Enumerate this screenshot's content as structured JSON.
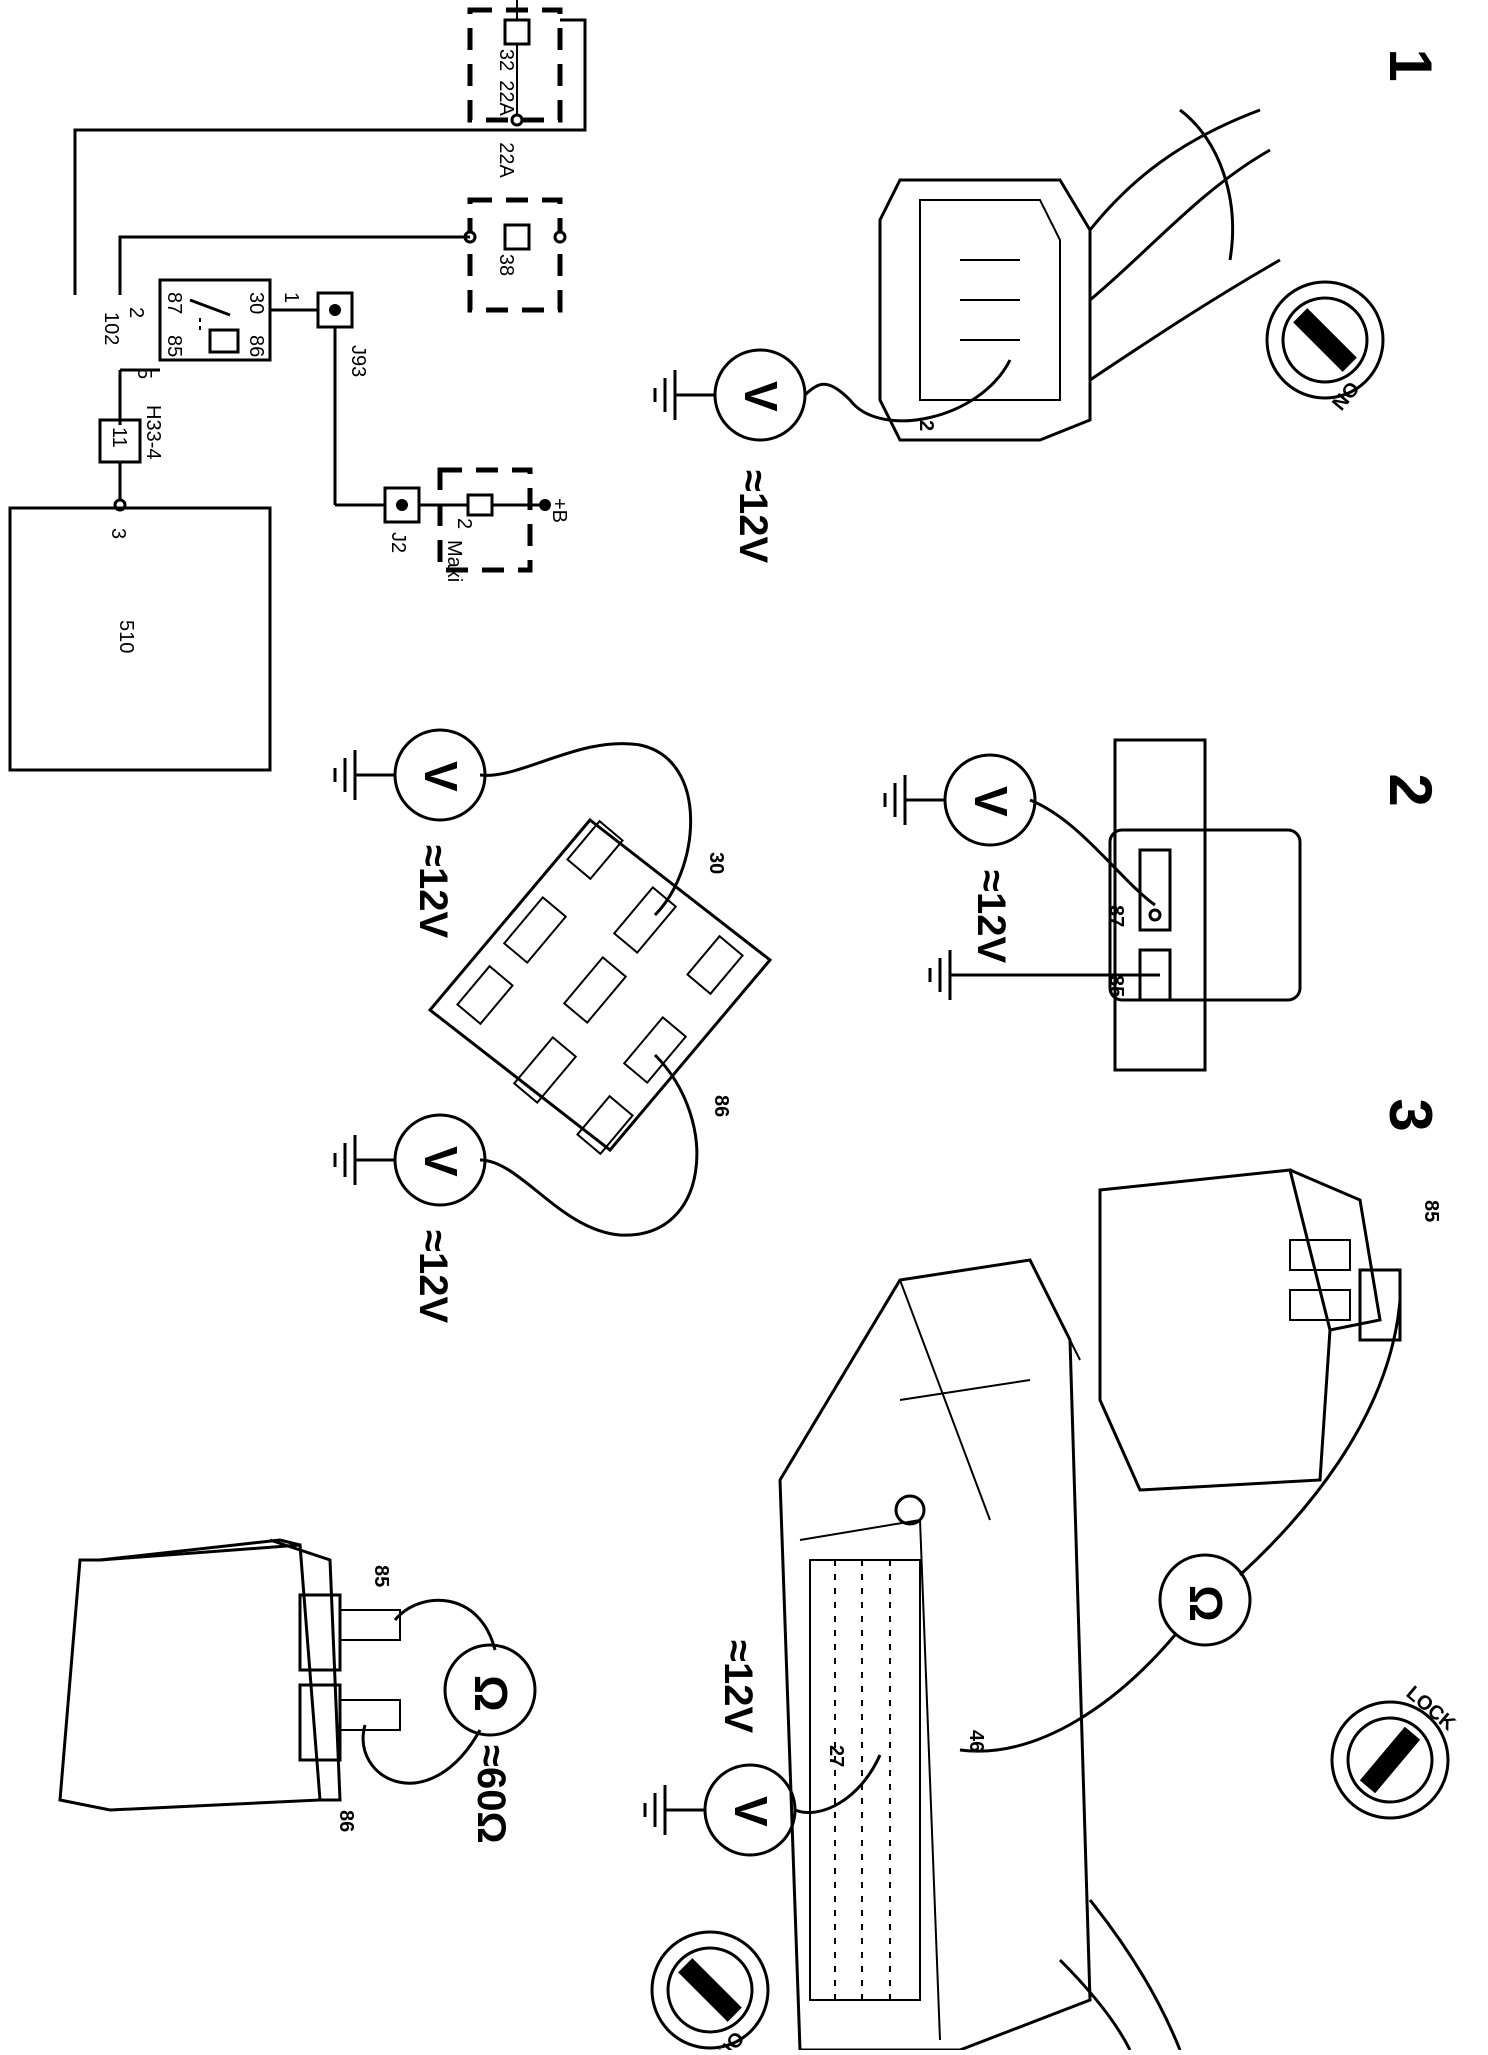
{
  "schematic": {
    "fuse_top": {
      "number": "32",
      "rating": "22A"
    },
    "fuse_mid": {
      "number": "38",
      "rating": "22A"
    },
    "fuse_maxi": {
      "number": "2",
      "label": "Maxi"
    },
    "battery_label": "+B",
    "relay_pins": {
      "p30": "30",
      "p86": "86",
      "p87": "87",
      "p85": "85",
      "p1": "1",
      "p2": "2",
      "p5": "5",
      "p102": "102"
    },
    "junctions": {
      "j93": "J93",
      "j2": "J2"
    },
    "connector": {
      "name": "H33-4",
      "pin": "11"
    },
    "ecu": {
      "name": "510",
      "pin": "3"
    }
  },
  "steps": [
    {
      "number": "1",
      "reading": "≈12V",
      "pin_label": "2",
      "switch_label": "ON"
    },
    {
      "number": "2",
      "reading": "≈12V",
      "pins": [
        "87",
        "85"
      ]
    },
    {
      "number": "3",
      "reading_volt": "≈12V",
      "reading_ohm_pins": [
        "85",
        "46"
      ],
      "volt_pin": "27",
      "switch_lock": "LOCK",
      "switch_on": "ON"
    }
  ],
  "socket_test": {
    "reading_a": "≈12V",
    "reading_b": "≈12V",
    "pin_a": "30",
    "pin_b": "86"
  },
  "relay_coil": {
    "reading": "≈60Ω",
    "pin_a": "85",
    "pin_b": "86"
  },
  "meters": {
    "volt_symbol": "V",
    "ohm_symbol": "Ω"
  }
}
